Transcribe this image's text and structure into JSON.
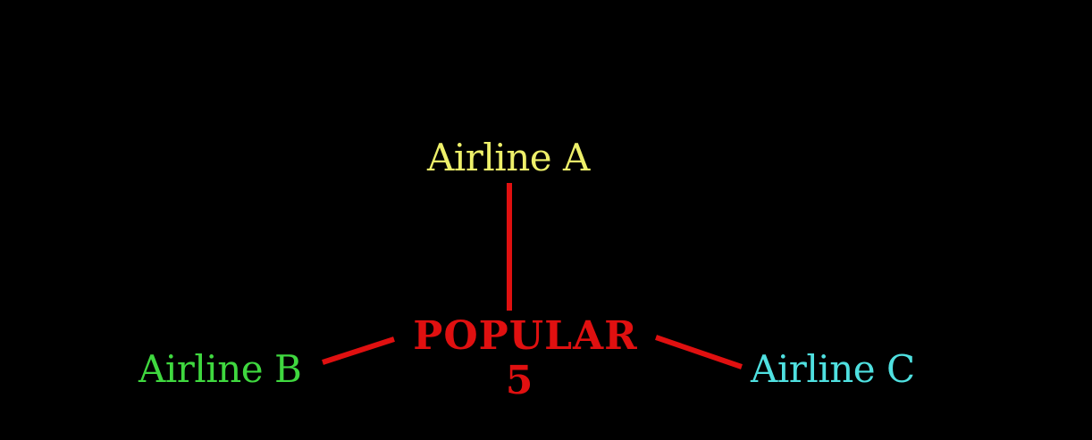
{
  "colors": {
    "background": "#000000",
    "edge": "#e01010",
    "center": "#e01010",
    "airline_a": "#eef06a",
    "airline_b": "#3fd83f",
    "airline_c": "#4fe0e0"
  },
  "center": {
    "label": "POPULAR",
    "value": "5"
  },
  "nodes": [
    {
      "id": "a",
      "label": "Airline A",
      "color_key": "airline_a"
    },
    {
      "id": "b",
      "label": "Airline B",
      "color_key": "airline_b"
    },
    {
      "id": "c",
      "label": "Airline C",
      "color_key": "airline_c"
    }
  ],
  "edges": [
    {
      "from": "center",
      "to": "a"
    },
    {
      "from": "center",
      "to": "b"
    },
    {
      "from": "center",
      "to": "c"
    }
  ]
}
